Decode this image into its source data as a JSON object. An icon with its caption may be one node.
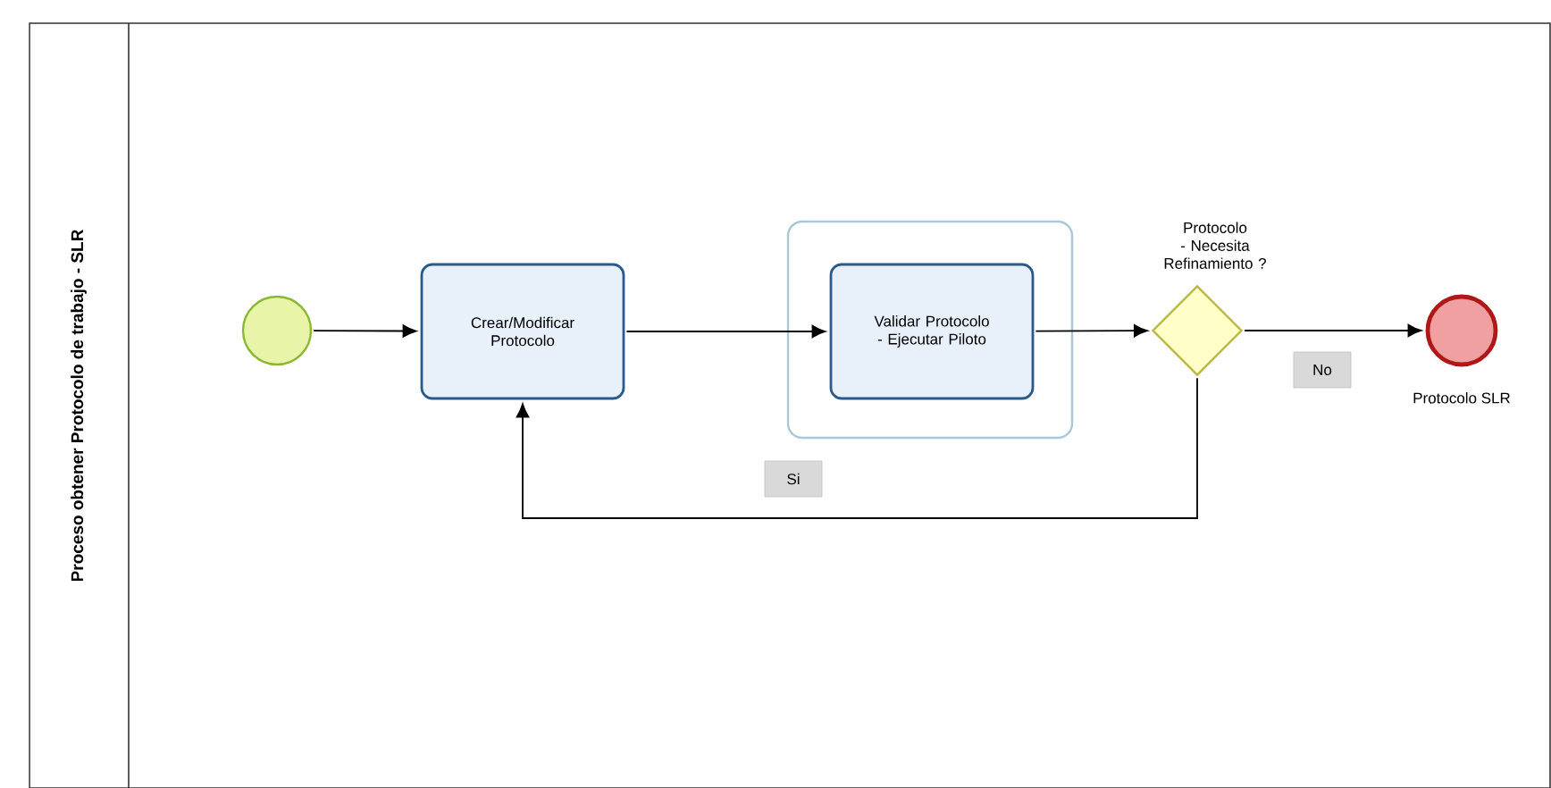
{
  "diagram": {
    "nodes": [
      {
        "text": [
          "Proceso obtener Protocolo de trabajo - SLR"
        ]
      },
      {
        "text": [],
        "shape": "circle",
        "in": 0
      },
      {
        "text": [
          "Crear/Modificar Protocolo"
        ],
        "in": 0
      },
      {
        "text": [],
        "shape": "box",
        "in": 0
      },
      {
        "text": [
          "Validar Protocolo - Ejecutar Piloto"
        ],
        "in": 3
      },
      {
        "text": [
          "Protocolo - Necesita Refinamiento ?"
        ],
        "in": 0
      },
      {
        "text": [],
        "shape": "circle",
        "in": 0,
        "beside": [
          "Protocolo SLR"
        ]
      }
    ],
    "edges": [
      {
        "from": 1,
        "to": 2,
        "arrow": "to"
      },
      {
        "from": 2,
        "to": 4,
        "arrow": "to"
      },
      {
        "from": 4,
        "to": 5,
        "arrow": "to"
      },
      {
        "from": 5,
        "to": 6,
        "label": "No",
        "arrow": "to"
      },
      {
        "from": 5,
        "to": 2,
        "label": "Si",
        "arrow": "to"
      }
    ]
  }
}
